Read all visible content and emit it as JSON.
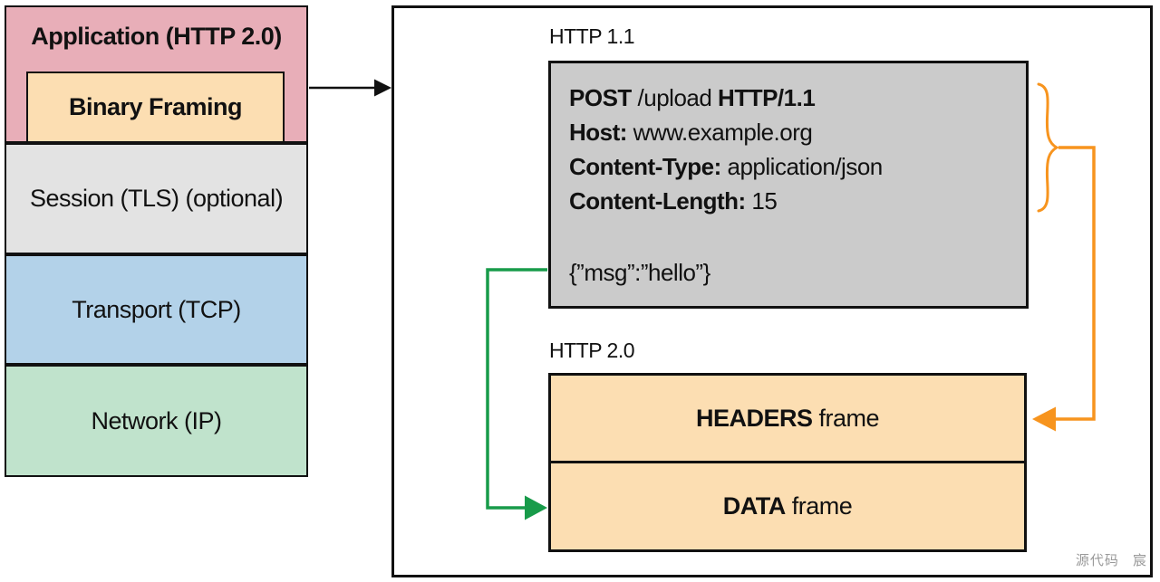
{
  "colors": {
    "application_pink": "#e8aeb8",
    "framing_tan": "#fcdeb2",
    "session_gray": "#e3e3e3",
    "transport_blue": "#b3d2e9",
    "network_green": "#c0e3cc",
    "request_gray": "#cbcbcb",
    "connector_orange": "#f7941e",
    "connector_green": "#189b4a",
    "line_black": "#111111"
  },
  "stack": {
    "application_label": "Application (HTTP 2.0)",
    "binary_framing_label": "Binary Framing",
    "session_label": "Session (TLS) (optional)",
    "transport_label": "Transport (TCP)",
    "network_label": "Network (IP)"
  },
  "http11": {
    "title": "HTTP 1.1",
    "method": "POST",
    "path": " /upload ",
    "version": "HTTP/1.1",
    "host_label": "Host:",
    "host_value": " www.example.org",
    "content_type_label": "Content-Type:",
    "content_type_value": " application/json",
    "content_length_label": "Content-Length:",
    "content_length_value": " 15",
    "body": "{”msg”:”hello”}"
  },
  "http20": {
    "title": "HTTP 2.0",
    "headers_frame_bold": "HEADERS",
    "headers_frame_rest": " frame",
    "data_frame_bold": "DATA",
    "data_frame_rest": " frame"
  },
  "watermark": "源代码 宸"
}
